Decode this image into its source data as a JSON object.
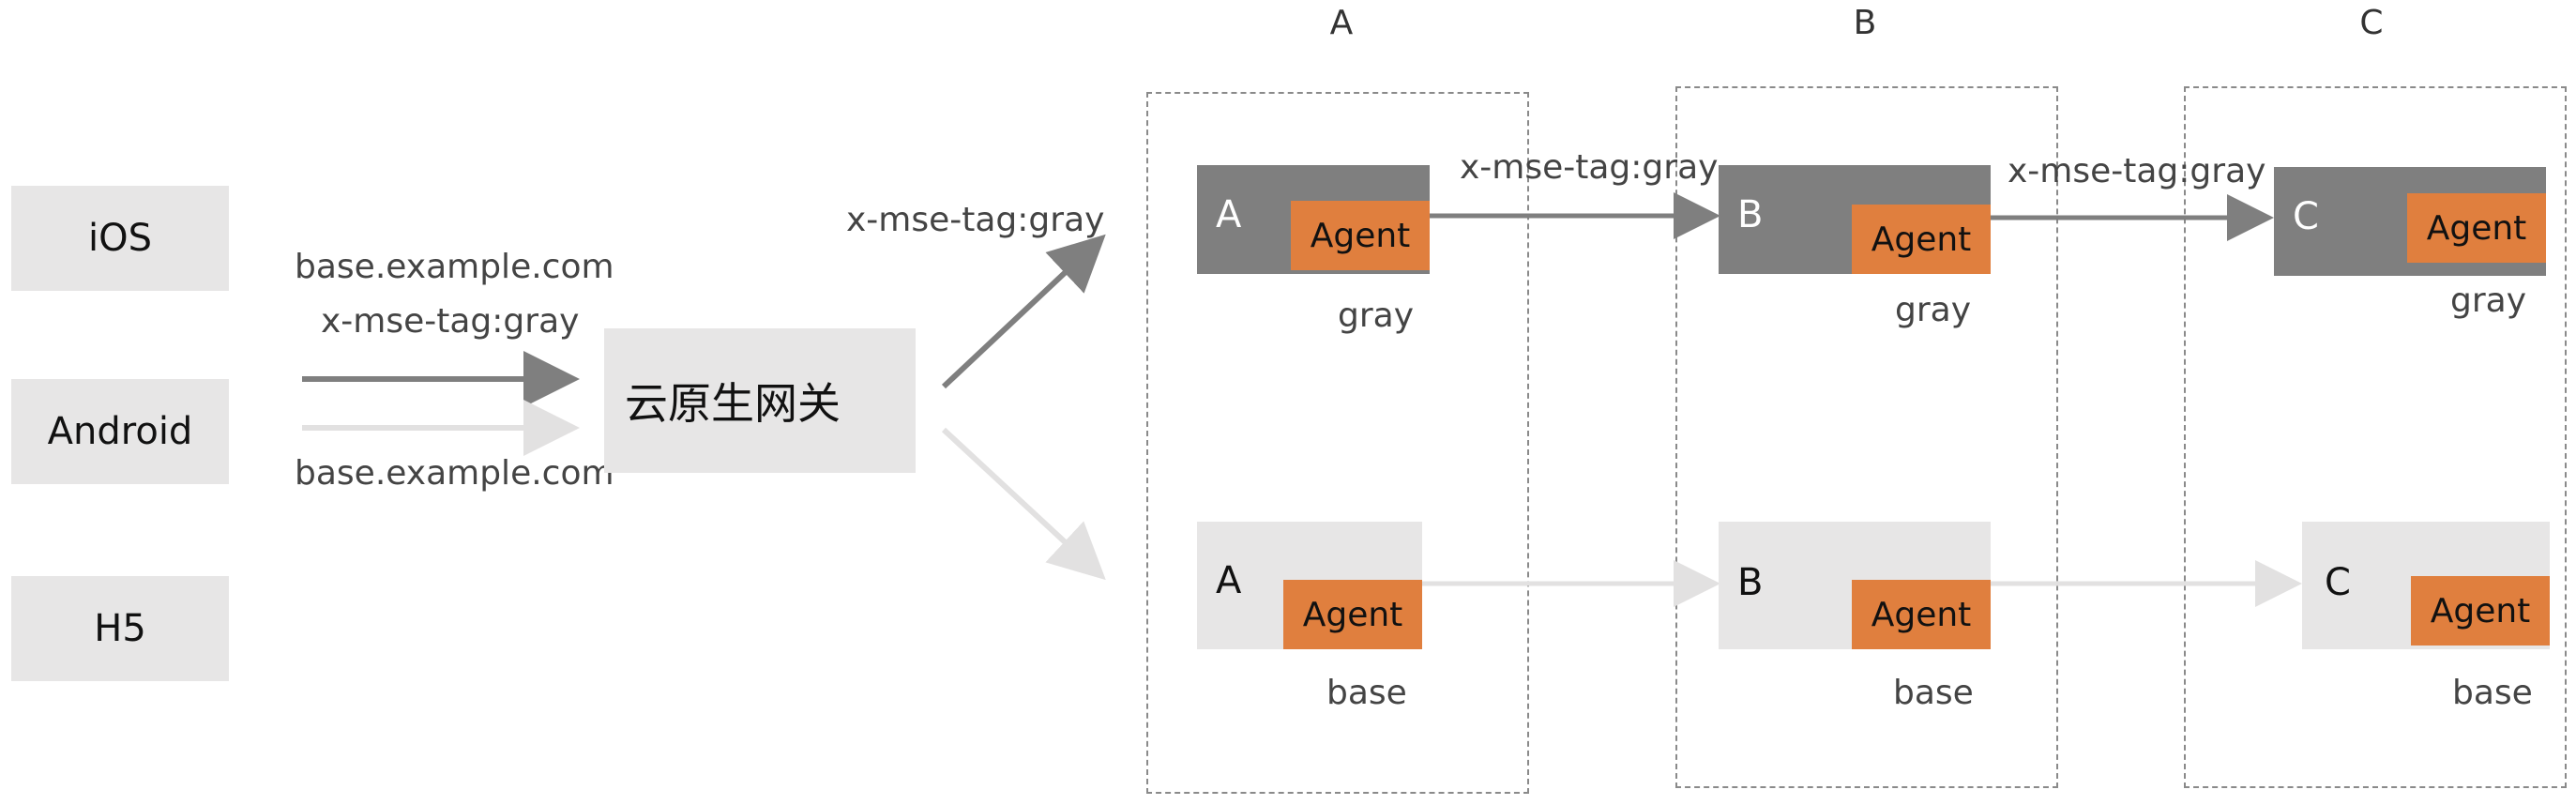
{
  "columns": [
    "A",
    "B",
    "C"
  ],
  "clients": [
    "iOS",
    "Android",
    "H5"
  ],
  "gateway": "云原生网关",
  "request_labels": {
    "gray_host": "base.example.com",
    "gray_tag": "x-mse-tag:gray",
    "base_host": "base.example.com"
  },
  "route_tag": "x-mse-tag:gray",
  "edge_tags": [
    "x-mse-tag:gray",
    "x-mse-tag:gray"
  ],
  "gray_services": [
    {
      "letter": "A",
      "agent": "Agent",
      "label": "gray"
    },
    {
      "letter": "B",
      "agent": "Agent",
      "label": "gray"
    },
    {
      "letter": "C",
      "agent": "Agent",
      "label": "gray"
    }
  ],
  "base_services": [
    {
      "letter": "A",
      "agent": "Agent",
      "label": "base"
    },
    {
      "letter": "B",
      "agent": "Agent",
      "label": "base"
    },
    {
      "letter": "C",
      "agent": "Agent",
      "label": "base"
    }
  ],
  "colors": {
    "gray_flow": "#7f7f7f",
    "base_flow": "#e7e6e6",
    "agent": "#e07f3e",
    "panel": "#e7e6e6",
    "dashed_border": "#8a8a8a"
  }
}
